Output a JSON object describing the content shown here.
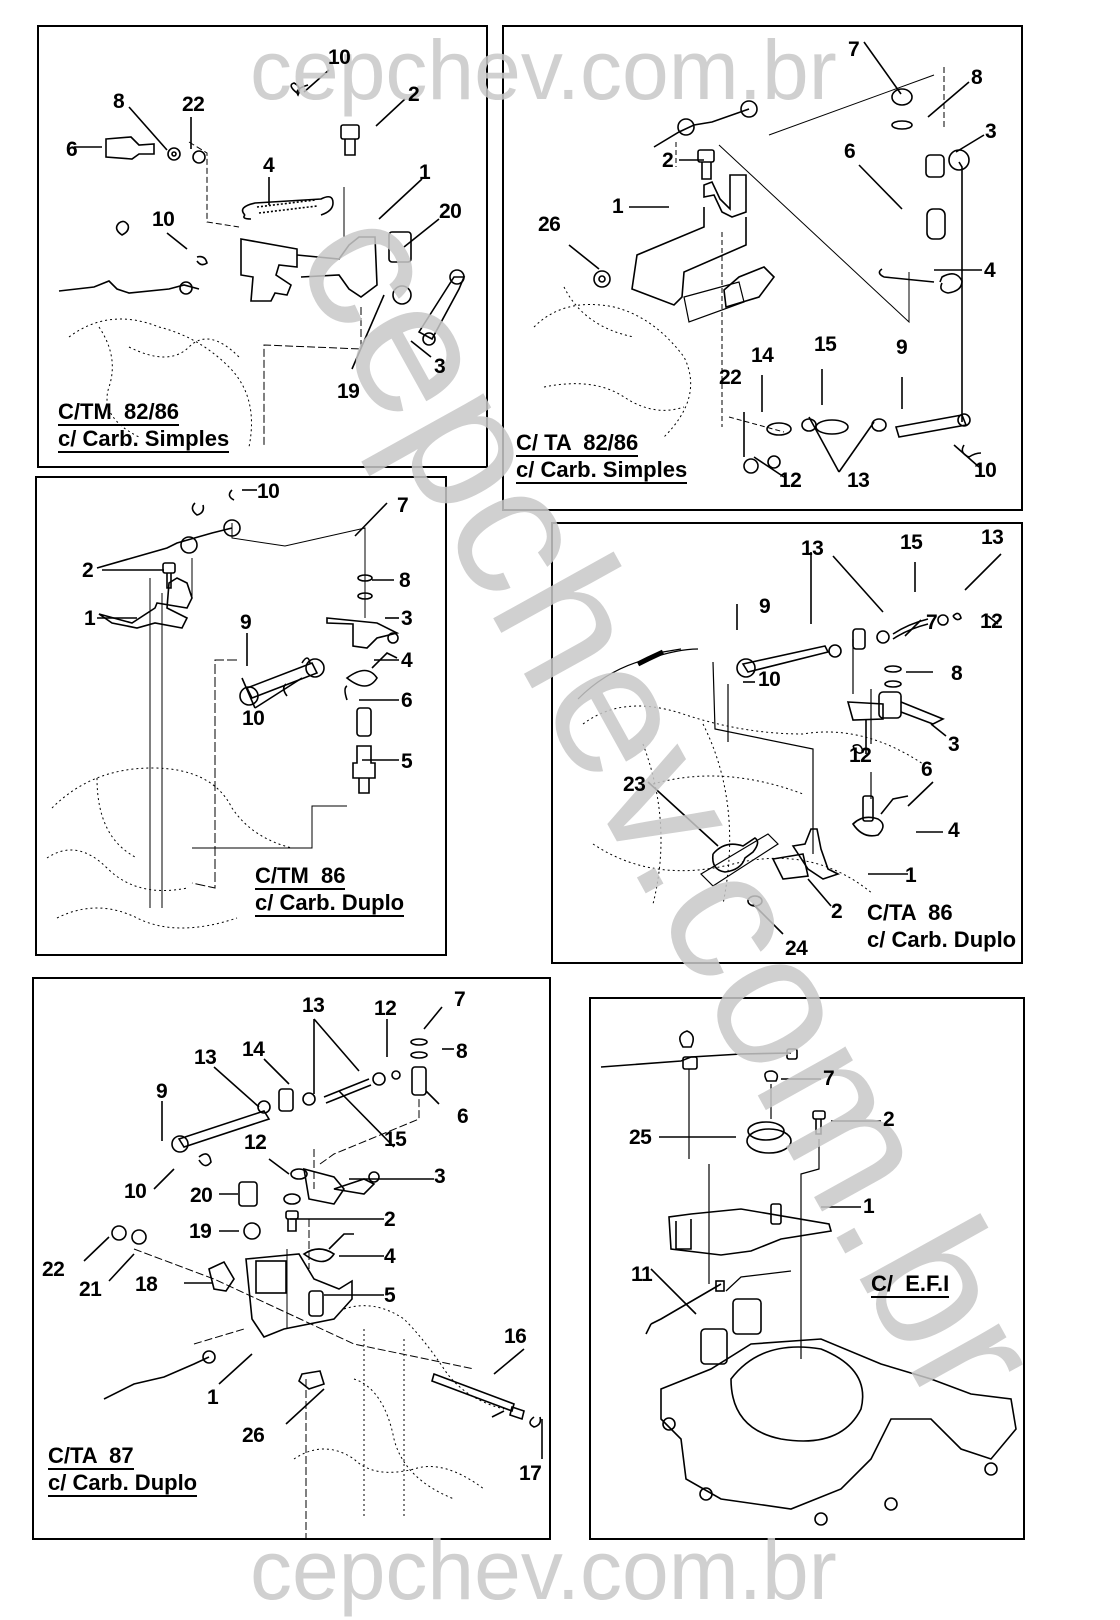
{
  "watermark": {
    "text": "cepchev.com.br",
    "color": "#c8c8c8"
  },
  "panels": [
    {
      "id": "ctm-82-86-simples",
      "title_line1": "C/TM  82/86",
      "title_line2": "c/ Carb. Simples",
      "underlined": true,
      "callouts": [
        "10",
        "2",
        "8",
        "22",
        "6",
        "4",
        "1",
        "20",
        "10",
        "3",
        "19"
      ]
    },
    {
      "id": "cta-82-86-simples",
      "title_line1": "C/ TA  82/86",
      "title_line2": "c/ Carb. Simples",
      "underlined": true,
      "callouts": [
        "7",
        "8",
        "3",
        "2",
        "6",
        "1",
        "26",
        "4",
        "14",
        "15",
        "9",
        "22",
        "12",
        "13",
        "10"
      ]
    },
    {
      "id": "ctm-86-duplo",
      "title_line1": "C/TM  86",
      "title_line2": "c/ Carb. Duplo",
      "underlined": true,
      "callouts": [
        "10",
        "7",
        "2",
        "8",
        "1",
        "3",
        "9",
        "4",
        "10",
        "6",
        "5"
      ]
    },
    {
      "id": "cta-86-duplo",
      "title_line1": "C/TA  86",
      "title_line2": "c/ Carb. Duplo",
      "underlined": false,
      "callouts": [
        "13",
        "15",
        "13",
        "9",
        "12",
        "7",
        "10",
        "8",
        "12",
        "3",
        "6",
        "23",
        "4",
        "1",
        "2",
        "24"
      ]
    },
    {
      "id": "cta-87-duplo",
      "title_line1": "C/TA  87",
      "title_line2": "c/ Carb. Duplo",
      "underlined": true,
      "callouts": [
        "13",
        "12",
        "7",
        "8",
        "13",
        "14",
        "9",
        "6",
        "15",
        "12",
        "3",
        "10",
        "20",
        "2",
        "19",
        "4",
        "22",
        "21",
        "18",
        "5",
        "16",
        "1",
        "26",
        "17"
      ]
    },
    {
      "id": "efi",
      "title_line1": "C/  E.F.I",
      "title_line2": "",
      "underlined": true,
      "callouts": [
        "7",
        "2",
        "25",
        "1",
        "11"
      ]
    }
  ]
}
